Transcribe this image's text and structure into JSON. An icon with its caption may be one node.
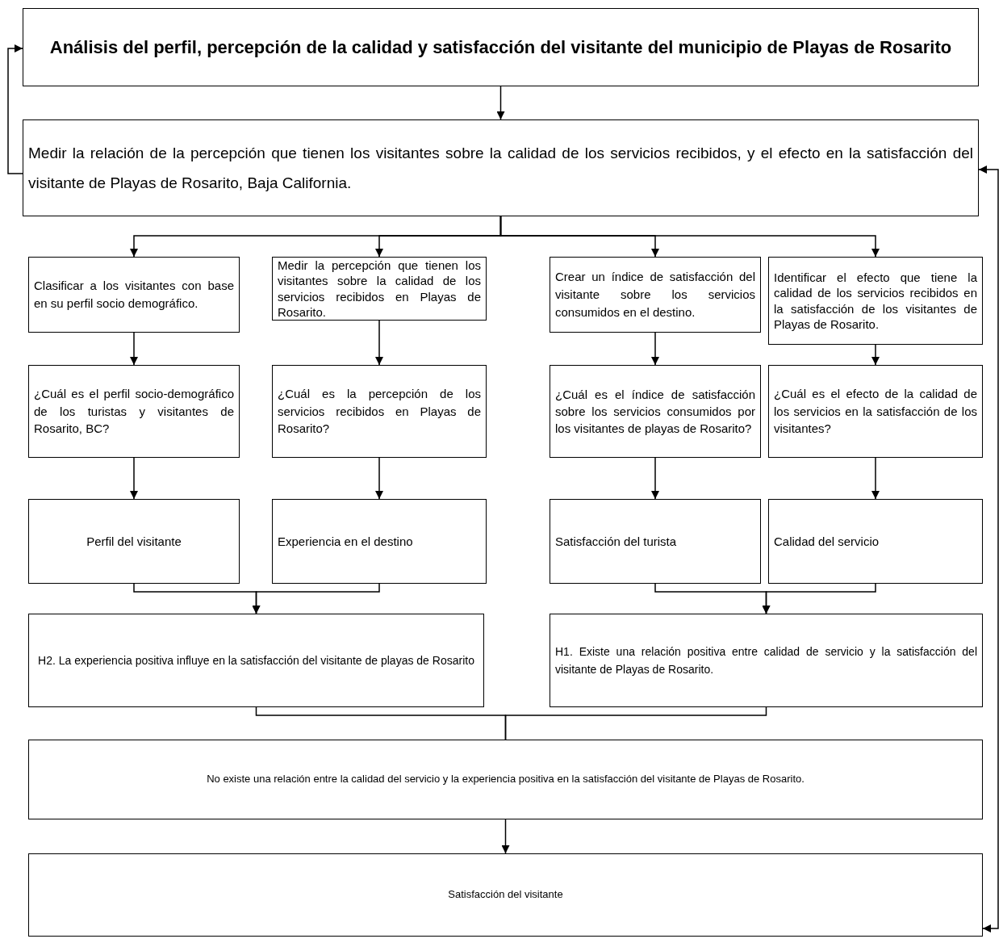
{
  "diagram": {
    "nodes": [
      {
        "text": [
          "Análisis del perfil, percepción de la calidad y satisfacción del visitante del municipio de Playas de Rosarito"
        ]
      },
      {
        "text": [
          "Medir la relación de la percepción que tienen los visitantes sobre la calidad de los servicios recibidos, y el efecto en la satisfacción del visitante de Playas de Rosarito, Baja California."
        ]
      },
      {
        "text": [
          "Clasificar a los visitantes con base en su perfil socio demográfico."
        ]
      },
      {
        "text": [
          "Medir la percepción que tienen los visitantes sobre la calidad de los servicios recibidos en Playas de Rosarito."
        ]
      },
      {
        "text": [
          "Crear un índice de satisfacción del visitante sobre los servicios consumidos en el destino."
        ]
      },
      {
        "text": [
          "Identificar el efecto que tiene la calidad de los servicios recibidos en la satisfacción de los visitantes de Playas de Rosarito."
        ]
      },
      {
        "text": [
          "¿Cuál es el perfil socio-demográfico de los turistas y visitantes de Rosarito, BC?"
        ]
      },
      {
        "text": [
          "¿Cuál es la percepción de los servicios recibidos en Playas de Rosarito?"
        ]
      },
      {
        "text": [
          "¿Cuál es el índice de satisfacción sobre los servicios consumidos por los visitantes de playas de Rosarito?"
        ]
      },
      {
        "text": [
          "¿Cuál es el efecto de la calidad de los servicios en la satisfacción de los visitantes?"
        ]
      },
      {
        "text": [
          "Perfil del visitante"
        ]
      },
      {
        "text": [
          "Experiencia en el destino"
        ]
      },
      {
        "text": [
          "Satisfacción del turista"
        ]
      },
      {
        "text": [
          "Calidad del servicio"
        ]
      },
      {
        "text": [
          "H2. La experiencia positiva influye en la satisfacción del visitante de playas de Rosarito"
        ]
      },
      {
        "text": [
          "H1. Existe una relación positiva entre calidad de servicio y la satisfacción del visitante de Playas de Rosarito."
        ]
      },
      {
        "text": [
          "No existe una relación entre la calidad del servicio y la experiencia positiva en la satisfacción del visitante de Playas de Rosarito."
        ]
      },
      {
        "text": [
          "Satisfacción del visitante"
        ]
      }
    ],
    "edges": [
      {
        "from": 0,
        "to": 1,
        "arrow": "to"
      },
      {
        "from": 1,
        "to": 0,
        "arrow": "to"
      },
      {
        "from": 1,
        "to": 2,
        "arrow": "to"
      },
      {
        "from": 1,
        "to": 3,
        "arrow": "to"
      },
      {
        "from": 1,
        "to": 4,
        "arrow": "to"
      },
      {
        "from": 1,
        "to": 5,
        "arrow": "to"
      },
      {
        "from": 2,
        "to": 6,
        "arrow": "to"
      },
      {
        "from": 3,
        "to": 7,
        "arrow": "to"
      },
      {
        "from": 4,
        "to": 8,
        "arrow": "to"
      },
      {
        "from": 5,
        "to": 9,
        "arrow": "to"
      },
      {
        "from": 6,
        "to": 10,
        "arrow": "to"
      },
      {
        "from": 7,
        "to": 11,
        "arrow": "to"
      },
      {
        "from": 8,
        "to": 12,
        "arrow": "to"
      },
      {
        "from": 9,
        "to": 13,
        "arrow": "to"
      },
      {
        "from": 10,
        "to": 14,
        "arrow": "to"
      },
      {
        "from": 11,
        "to": 14,
        "arrow": "to"
      },
      {
        "from": 12,
        "to": 15,
        "arrow": "to"
      },
      {
        "from": 13,
        "to": 15,
        "arrow": "to"
      },
      {
        "from": 14,
        "to": 16,
        "arrow": "none"
      },
      {
        "from": 15,
        "to": 16,
        "arrow": "none"
      },
      {
        "from": 16,
        "to": 17,
        "arrow": "to"
      },
      {
        "from": 17,
        "to": 1,
        "arrow": "both"
      }
    ]
  }
}
